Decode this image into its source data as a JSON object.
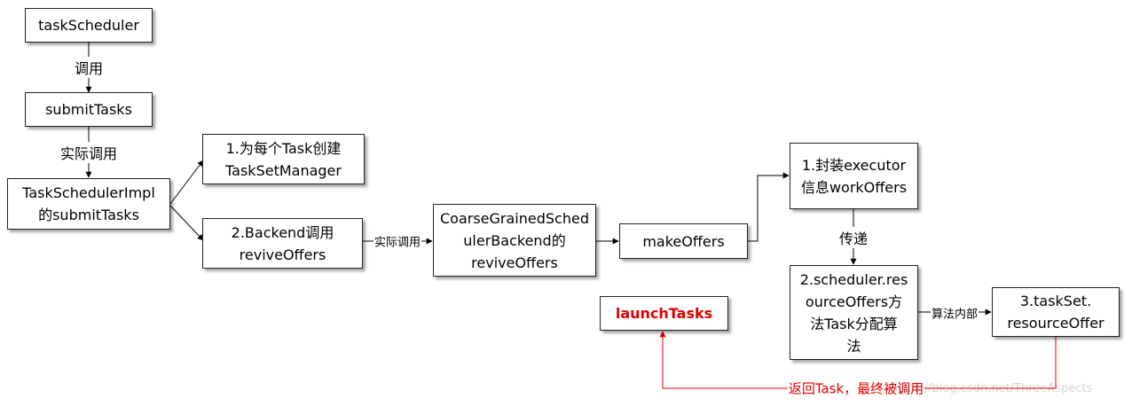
{
  "nodes": {
    "task_scheduler": [
      "taskScheduler"
    ],
    "submit_tasks": [
      "submitTasks"
    ],
    "impl": [
      "TaskSchedulerImpl",
      "的submitTasks"
    ],
    "create_manager": [
      "1.为每个Task创建",
      "TaskSetManager"
    ],
    "backend_revive": [
      "2.Backend调用",
      "reviveOffers"
    ],
    "coarse": [
      "CoarseGrainedSched",
      "ulerBackend的",
      "reviveOffers"
    ],
    "make_offers": [
      "makeOffers"
    ],
    "wrap_executor": [
      "1.封装executor",
      "信息workOffers"
    ],
    "resource_offers": [
      "2.scheduler.res",
      "ourceOffers方",
      "法Task分配算",
      "法"
    ],
    "taskset_offer": [
      "3.taskSet.",
      "resourceOffer"
    ],
    "launch_tasks": [
      "launchTasks"
    ]
  },
  "labels": {
    "call": "调用",
    "actual_call": "实际调用",
    "actual_call_2": "实际调用",
    "pass": "传递",
    "algo_inner": "算法内部",
    "return_task": "返回Task，最终被调用"
  },
  "watermark": "https://blog.csdn.net/ThreeAspects",
  "colors": {
    "return_edge": "#e00000",
    "edge": "#000000"
  }
}
